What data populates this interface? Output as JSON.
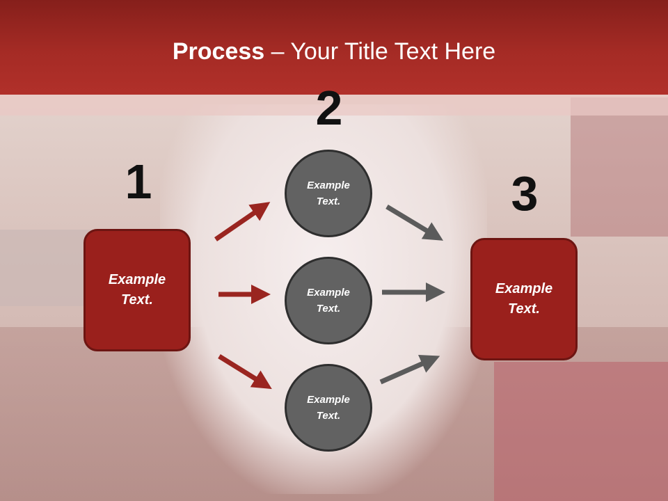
{
  "title": {
    "bold": "Process",
    "rest": " – Your Title Text Here"
  },
  "steps": {
    "one": "1",
    "two": "2",
    "three": "3"
  },
  "left_box": {
    "label_line1": "Example",
    "label_line2": "Text."
  },
  "right_box": {
    "label_line1": "Example",
    "label_line2": "Text."
  },
  "circles": [
    {
      "line1": "Example",
      "line2": "Text."
    },
    {
      "line1": "Example",
      "line2": "Text."
    },
    {
      "line1": "Example",
      "line2": "Text."
    }
  ],
  "colors": {
    "accent_red": "#9a201c",
    "circle_gray": "#626262",
    "arrow_red": "#9a2520",
    "arrow_gray": "#5b5b5b"
  }
}
